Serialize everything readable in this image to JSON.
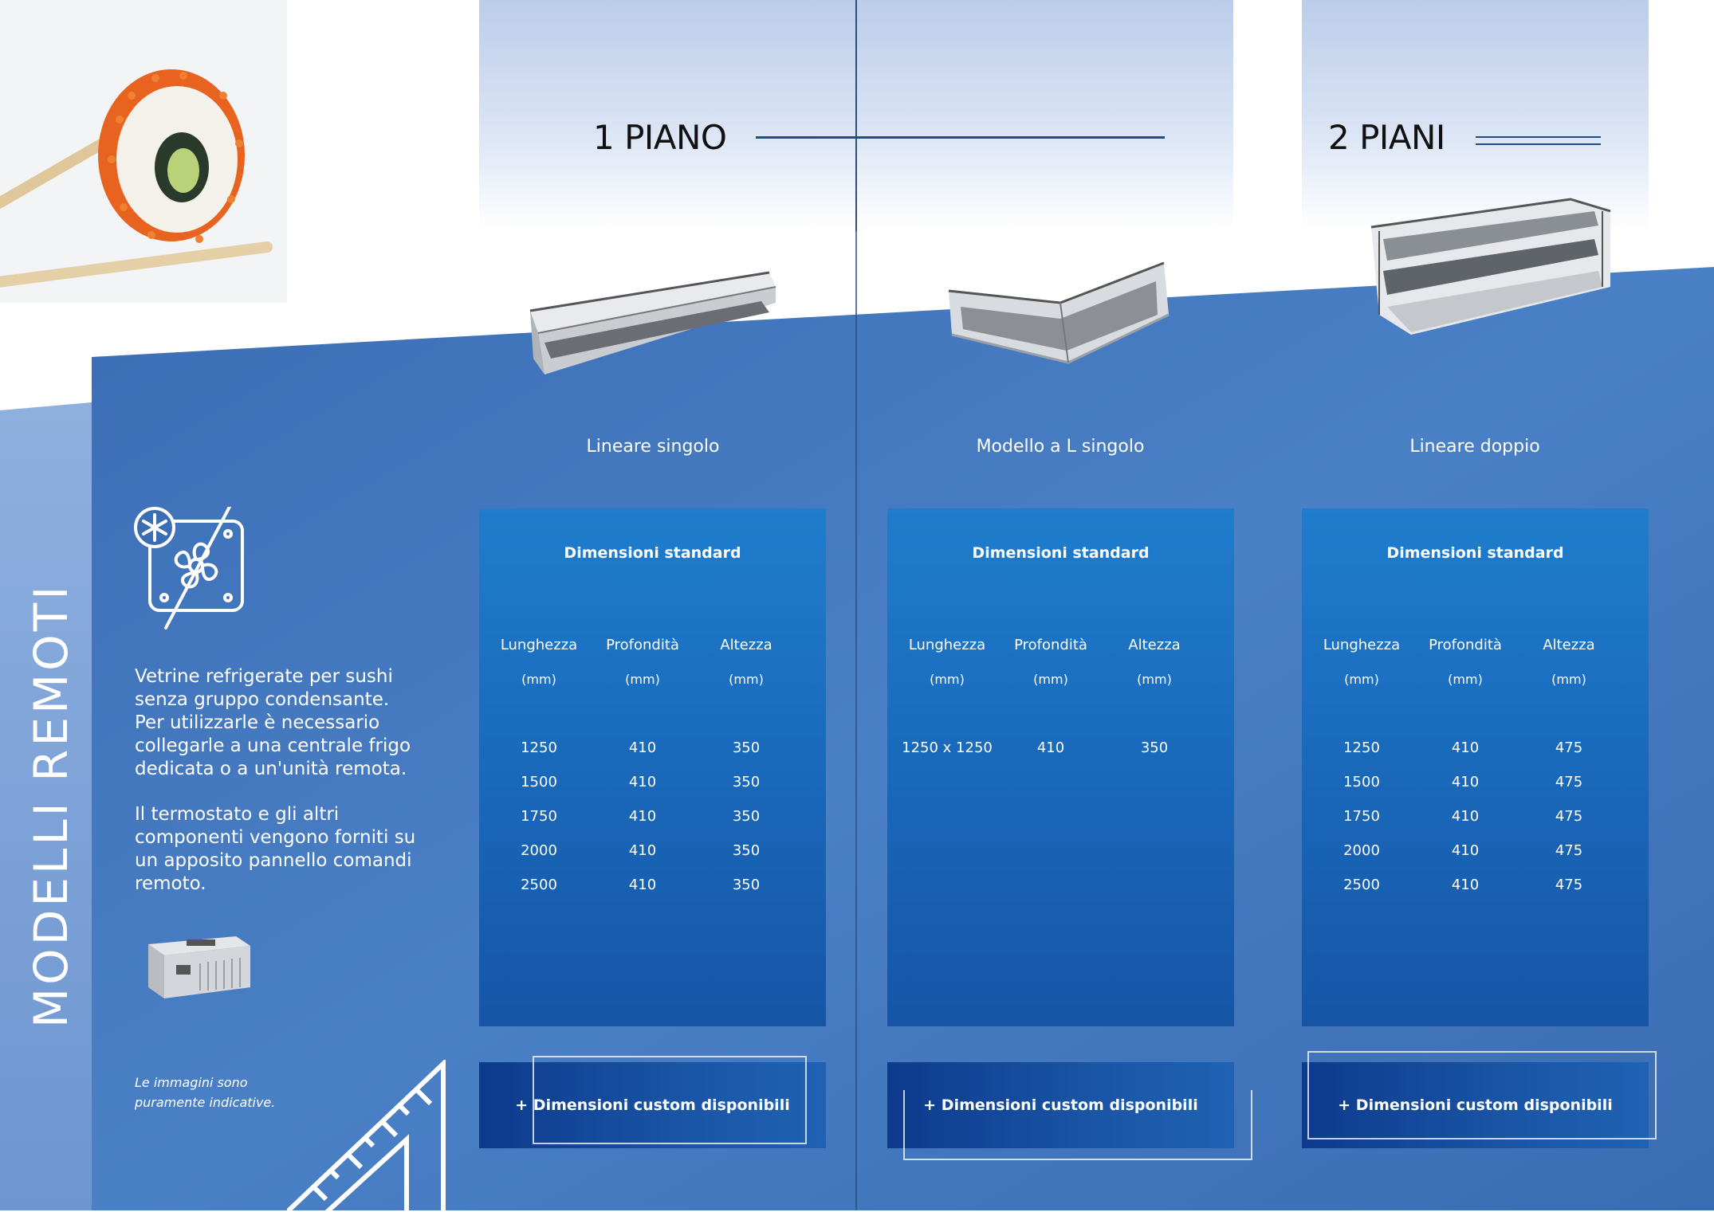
{
  "side_title": "MODELLI  REMOTI",
  "description_1": "Vetrine refrigerate per sushi senza gruppo condensante. Per utilizzarle è necessario collegarle a una centrale frigo dedicata o a un'unità remota.",
  "description_2": "Il termostato e gli altri componenti vengono forniti su un apposito pannello comandi remoto.",
  "disclaimer": "Le immagini sono puramente indicative.",
  "sections": {
    "one_level": "1 PIANO",
    "two_levels": "2 PIANI"
  },
  "models": [
    {
      "name": "Lineare singolo",
      "card_title": "Dimensioni standard",
      "columns": [
        "Lunghezza",
        "Profondità",
        "Altezza"
      ],
      "units": [
        "(mm)",
        "(mm)",
        "(mm)"
      ],
      "rows": [
        [
          "1250",
          "410",
          "350"
        ],
        [
          "1500",
          "410",
          "350"
        ],
        [
          "1750",
          "410",
          "350"
        ],
        [
          "2000",
          "410",
          "350"
        ],
        [
          "2500",
          "410",
          "350"
        ]
      ],
      "custom_label": "+ Dimensioni custom disponibili"
    },
    {
      "name": "Modello a L singolo",
      "card_title": "Dimensioni standard",
      "columns": [
        "Lunghezza",
        "Profondità",
        "Altezza"
      ],
      "units": [
        "(mm)",
        "(mm)",
        "(mm)"
      ],
      "rows": [
        [
          "1250 x 1250",
          "410",
          "350"
        ]
      ],
      "custom_label": "+ Dimensioni custom disponibili"
    },
    {
      "name": "Lineare doppio",
      "card_title": "Dimensioni standard",
      "columns": [
        "Lunghezza",
        "Profondità",
        "Altezza"
      ],
      "units": [
        "(mm)",
        "(mm)",
        "(mm)"
      ],
      "rows": [
        [
          "1250",
          "410",
          "475"
        ],
        [
          "1500",
          "410",
          "475"
        ],
        [
          "1750",
          "410",
          "475"
        ],
        [
          "2000",
          "410",
          "475"
        ],
        [
          "2500",
          "410",
          "475"
        ]
      ],
      "custom_label": "+ Dimensioni custom disponibili"
    }
  ],
  "colors": {
    "brand_blue": "#1f4b86",
    "card_blue": "#1a6bbd",
    "panel_blue": "#3f73b8"
  }
}
